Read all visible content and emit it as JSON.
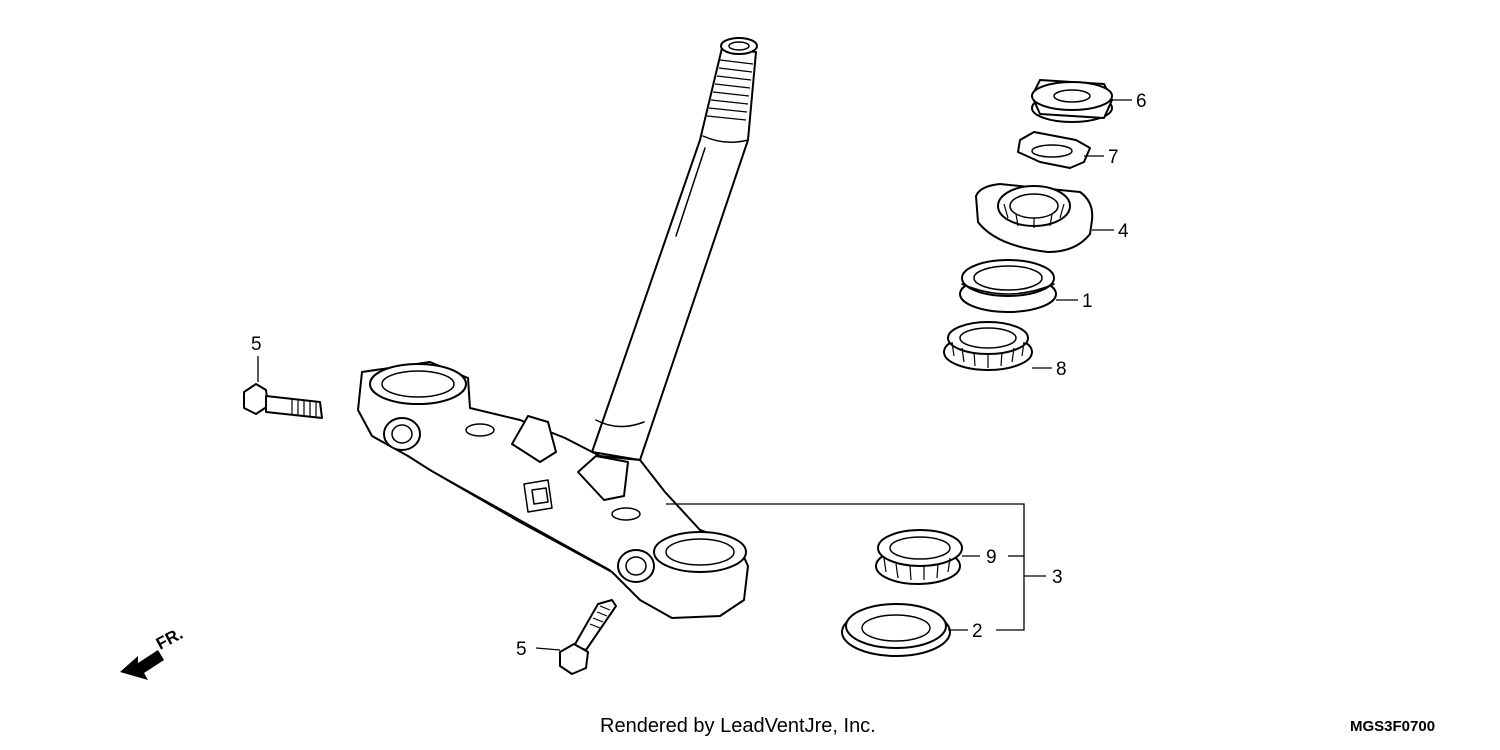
{
  "callouts": {
    "c1": "1",
    "c2": "2",
    "c3": "3",
    "c4": "4",
    "c5a": "5",
    "c5b": "5",
    "c6": "6",
    "c7": "7",
    "c8": "8",
    "c9": "9"
  },
  "direction_arrow": {
    "label": "FR."
  },
  "footer": {
    "credit": "Rendered by LeadVentJre, Inc.",
    "diagram_code": "MGS3F0700"
  },
  "icons": [
    "direction-arrow-icon"
  ]
}
